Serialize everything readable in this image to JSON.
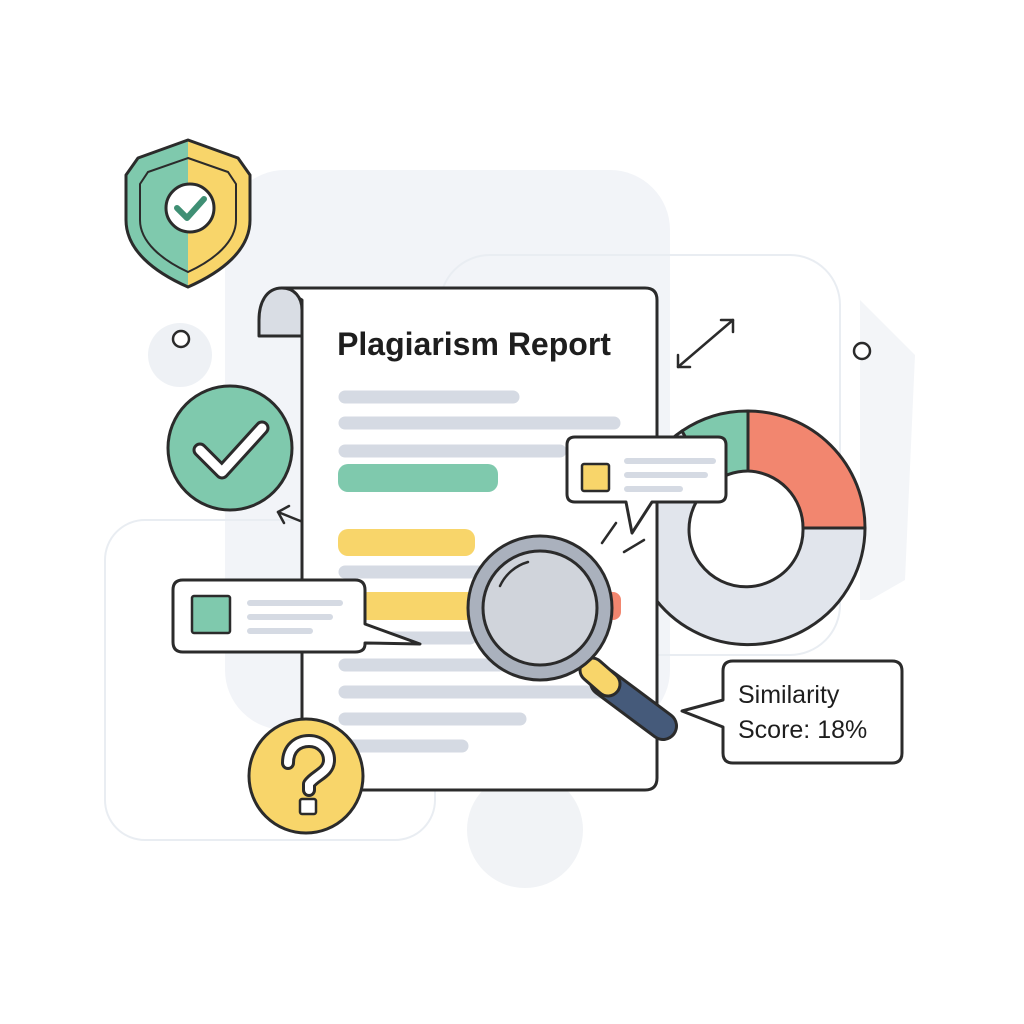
{
  "report": {
    "title": "Plagiarism Report"
  },
  "similarity": {
    "line1": "Similarity",
    "line2": "Score: 18%"
  },
  "icons": {
    "shield": "shield-check-icon",
    "check": "check-circle-icon",
    "question": "question-circle-icon",
    "magnifier": "magnifying-glass-icon",
    "donut": "donut-chart"
  },
  "colors": {
    "outline": "#2b2b2b",
    "green": "#7fc9ad",
    "yellow": "#f8d56a",
    "coral": "#f2866f",
    "gray": "#e1e5ec",
    "line_gray": "#d5dae3",
    "background": "#f3f5f8",
    "handle": "#455a7a"
  }
}
